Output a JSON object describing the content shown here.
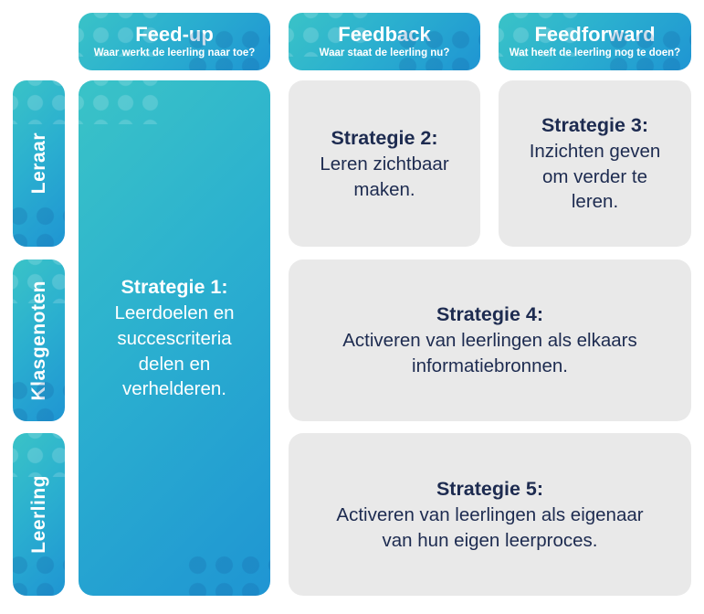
{
  "colors": {
    "teal_start": "#3ac3c7",
    "teal_end": "#1f95d3",
    "gray_box": "#e9e9e9",
    "text_dark": "#1d2b50",
    "text_white": "#ffffff"
  },
  "columns": [
    {
      "title": "Feed-up",
      "subtitle": "Waar werkt de leerling naar toe?"
    },
    {
      "title": "Feedback",
      "subtitle": "Waar staat de leerling nu?"
    },
    {
      "title": "Feedforward",
      "subtitle": "Wat heeft de leerling nog te doen?"
    }
  ],
  "rows": [
    {
      "label": "Leraar"
    },
    {
      "label": "Klasgenoten"
    },
    {
      "label": "Leerling"
    }
  ],
  "strategies": [
    {
      "title": "Strategie 1:",
      "body": "Leerdoelen en succescriteria delen en verhelderen."
    },
    {
      "title": "Strategie 2:",
      "body": "Leren zichtbaar maken."
    },
    {
      "title": "Strategie 3:",
      "body": "Inzichten geven om verder te leren."
    },
    {
      "title": "Strategie 4:",
      "body": "Activeren van leerlingen als elkaars informatiebronnen."
    },
    {
      "title": "Strategie 5:",
      "body": "Activeren van leerlingen als eigenaar van hun eigen leerproces."
    }
  ]
}
